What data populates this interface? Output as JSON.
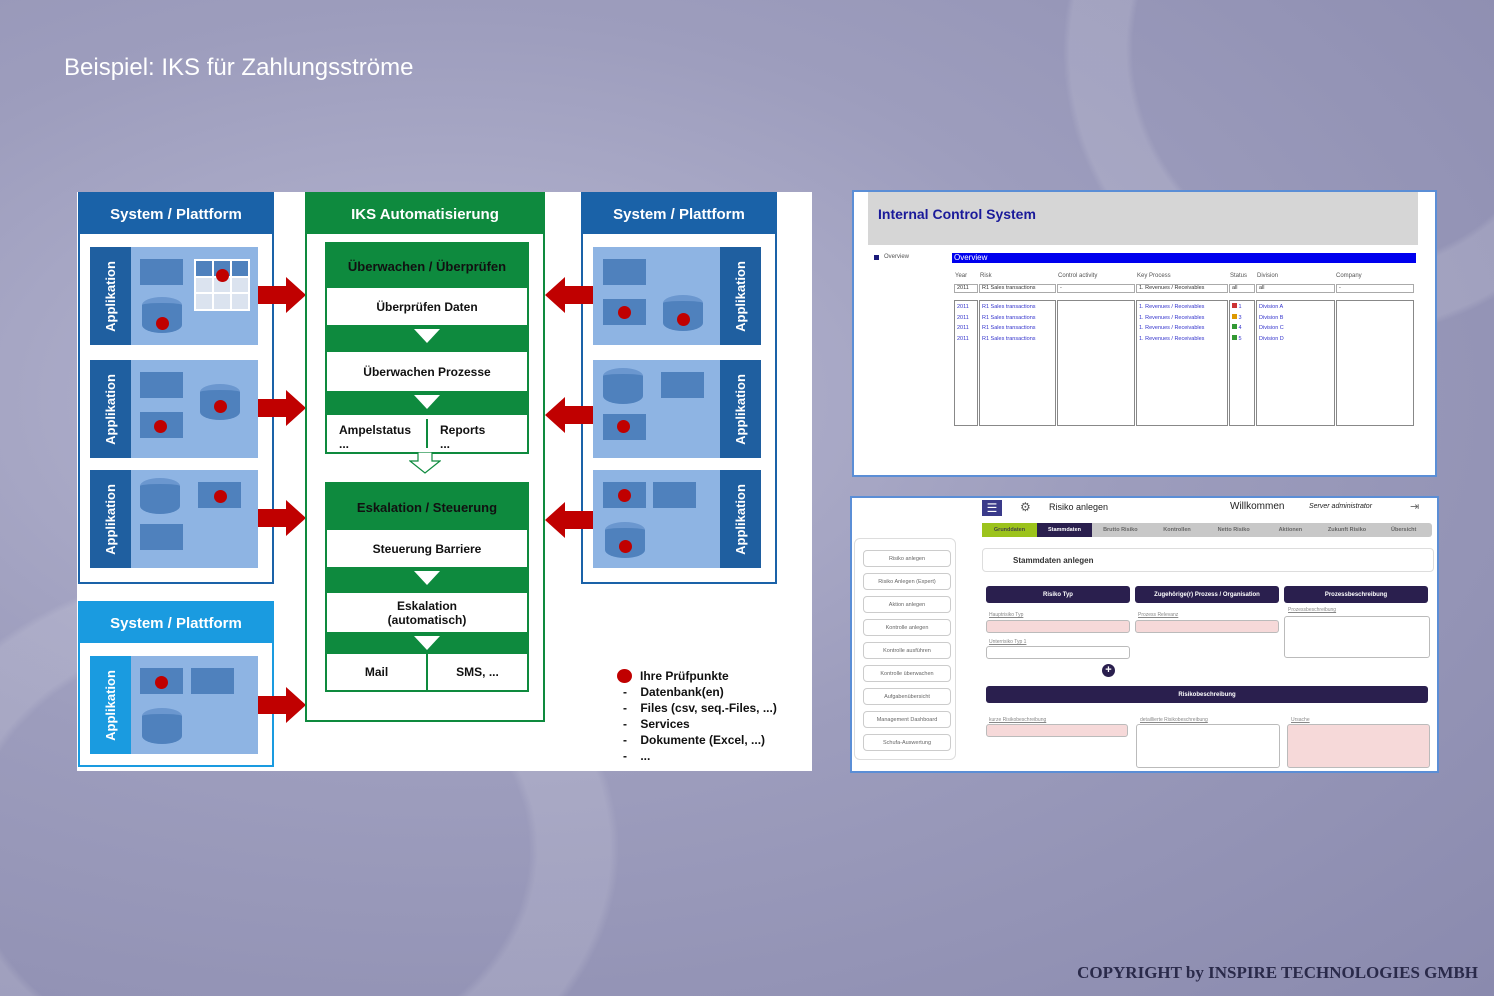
{
  "slide_title": "Beispiel: IKS für Zahlungsströme",
  "diagram": {
    "system_label": "System / Plattform",
    "app_label": "Applikation",
    "iks_title": "IKS Automatisierung",
    "block1": {
      "header": "Überwachen / Überprüfen",
      "step1": "Überprüfen Daten",
      "step2": "Überwachen Prozesse",
      "out_left": "Ampelstatus",
      "out_left_more": "...",
      "out_right": "Reports",
      "out_right_more": "..."
    },
    "block2": {
      "header": "Eskalation / Steuerung",
      "step1": "Steuerung Barriere",
      "step2": "Eskalation (automatisch)",
      "out_left": "Mail",
      "out_right": "SMS, ..."
    },
    "legend": {
      "title": "Ihre Prüfpunkte",
      "items": [
        "Datenbank(en)",
        "Files (csv, seq.-Files, ...)",
        "Services",
        "Dokumente (Excel, ...)",
        "..."
      ]
    },
    "colors": {
      "blue": "#1a62a8",
      "light_blue": "#1a9be0",
      "green": "#0e8a3e",
      "red": "#c00000"
    }
  },
  "ics": {
    "title": "Internal Control System",
    "nav_item": "Overview",
    "section": "Overview",
    "columns": [
      "Year",
      "Risk",
      "Control activity",
      "Key Process",
      "Status",
      "Division",
      "Company"
    ],
    "filters": [
      "2011",
      "R1 Sales transactions",
      "-",
      "1. Revenues / Receivables",
      "all",
      "all",
      "-"
    ],
    "rows": [
      {
        "year": "2011",
        "risk": "R1 Sales transactions",
        "process": "1. Revenues / Receivables",
        "status": "1",
        "division": "Division A"
      },
      {
        "year": "2011",
        "risk": "R1 Sales transactions",
        "process": "1. Revenues / Receivables",
        "status": "3",
        "division": "Division B"
      },
      {
        "year": "2011",
        "risk": "R1 Sales transactions",
        "process": "1. Revenues / Receivables",
        "status": "4",
        "division": "Division C"
      },
      {
        "year": "2011",
        "risk": "R1 Sales transactions",
        "process": "1. Revenues / Receivables",
        "status": "5",
        "division": "Division D"
      }
    ]
  },
  "risk_app": {
    "page": "Risiko anlegen",
    "welcome": "Willkommen",
    "user": "Server administrator",
    "steps": [
      "Grunddaten",
      "Stammdaten",
      "Brutto Risiko",
      "Kontrollen",
      "Netto Risiko",
      "Aktionen",
      "Zukunft Risiko",
      "Übersicht"
    ],
    "sidebar": [
      "Risiko anlegen",
      "Risiko Anlegen (Expert)",
      "Aktion anlegen",
      "Kontrolle anlegen",
      "Kontrolle ausführen",
      "Kontrolle überwachen",
      "Aufgabenübersicht",
      "Management Dashboard",
      "Schufa-Auswertung"
    ],
    "section_title": "Stammdaten anlegen",
    "groups": [
      "Risiko Typ",
      "Zugehörige(r) Prozess / Organisation",
      "Prozessbeschreibung"
    ],
    "fields": {
      "hauptrisiko": "Hauptrisiko Typ",
      "prozess_relevanz": "Prozess Relevanz",
      "prozessbeschreibung": "Prozessbeschreibung",
      "unterrisiko": "Unterrisiko Typ 1"
    },
    "risikobeschreibung": "Risikobeschreibung",
    "desc_fields": [
      "kurze Risikobeschreibung",
      "detaillierte Risikobeschreibung",
      "Ursache"
    ]
  },
  "copyright": "COPYRIGHT by INSPIRE TECHNOLOGIES GMBH"
}
